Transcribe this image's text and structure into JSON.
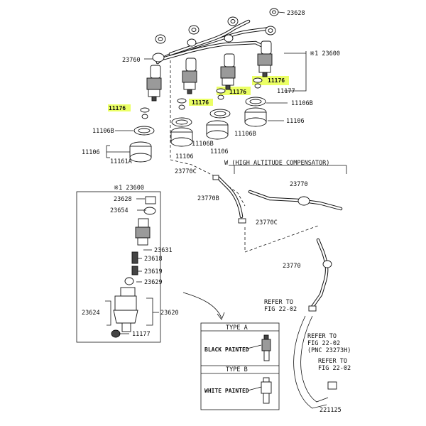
{
  "labels": {
    "l23628_top": "23628",
    "l23600_top": "※1 23600",
    "l23760": "23760",
    "l11176_a": "11176",
    "l11176_b": "11176",
    "l11176_c": "11176",
    "l11176_d": "11176",
    "l11177_top": "11177",
    "l11106b_r": "11106B",
    "l11106_r": "11106",
    "l11106b_l": "11106B",
    "l11106b_m1": "11106B",
    "l11106b_m2": "11106B",
    "l11106_l": "11106",
    "l11106_m": "11106",
    "l11106_m2": "11106",
    "l11161a": "11161A",
    "l23770c_a": "23770C",
    "l23770b": "23770B",
    "l23770c_b": "23770C",
    "l23770": "23770",
    "l23770_b": "23770",
    "l_w": "W (HIGH ALTITUDE COMPENSATOR)",
    "l23600_box": "※1 23600",
    "l23628": "23628",
    "l23654": "23654",
    "l23631": "23631",
    "l23618": "23618",
    "l23619": "23619",
    "l23629": "23629",
    "l23624": "23624",
    "l23620": "23620",
    "l11177": "11177",
    "refer1a": "REFER TO",
    "refer1b": "FIG 22-02",
    "refer2a": "REFER TO",
    "refer2b": "FIG 22-02",
    "refer2c": "(PNC 23273H)",
    "refer3a": "REFER TO",
    "refer3b": "FIG 22-02",
    "typeA": "TYPE A",
    "blackPainted": "BLACK PAINTED",
    "typeB": "TYPE B",
    "whitePainted": "WHITE PAINTED",
    "figno": "221125"
  },
  "highlight_color": "#e8ff4a"
}
